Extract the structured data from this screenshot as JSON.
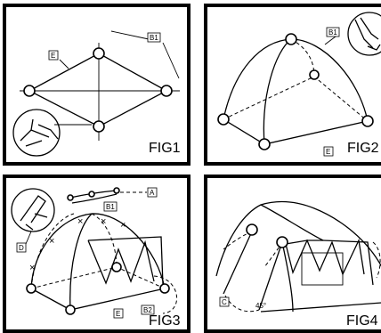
{
  "figures": {
    "fig1": {
      "caption": "FIG1",
      "label_e": "E",
      "label_b1": "B1"
    },
    "fig2": {
      "caption": "FIG2",
      "label_e": "E",
      "label_b1": "B1"
    },
    "fig3": {
      "caption": "FIG3",
      "label_a": "A",
      "label_b1": "B1",
      "label_b2": "B2",
      "label_d": "D",
      "label_e": "E"
    },
    "fig4": {
      "caption": "FIG4",
      "label_c": "C",
      "angle": "45°"
    }
  }
}
